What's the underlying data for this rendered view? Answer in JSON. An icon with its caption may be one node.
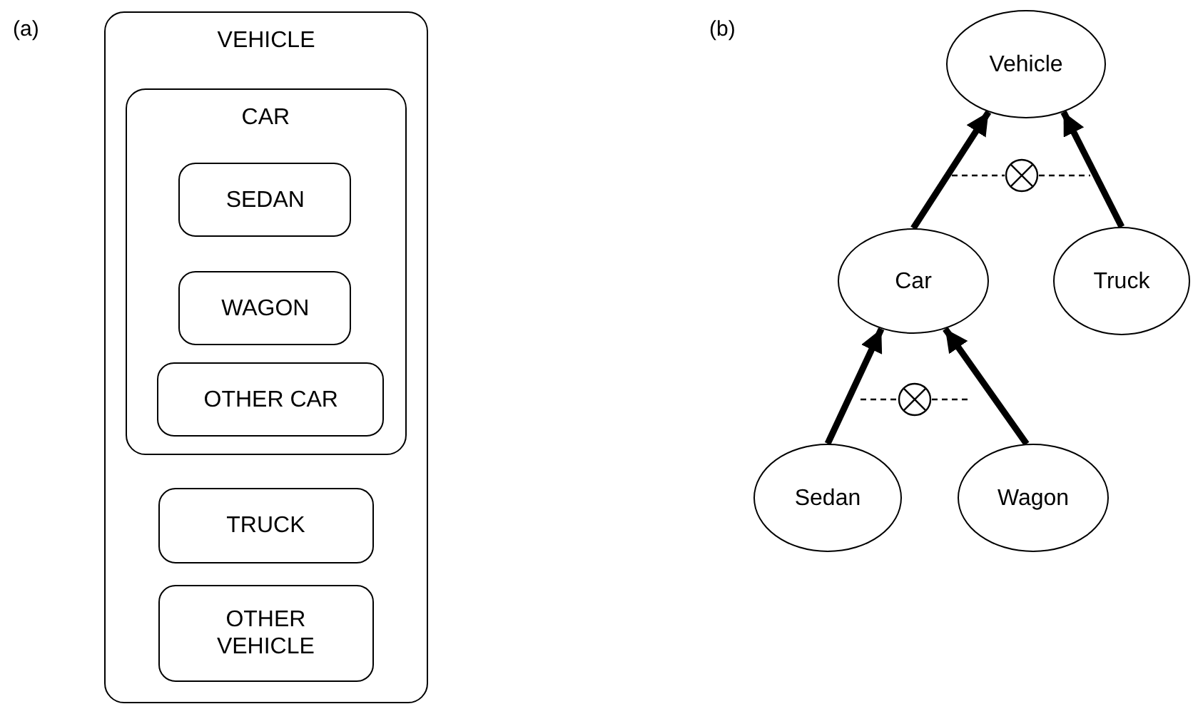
{
  "diagram": {
    "nodes": [
      {
        "text": [
          "VEHICLE"
        ]
      },
      {
        "text": [
          "CAR"
        ],
        "in": 0
      },
      {
        "text": [
          "SEDAN"
        ],
        "in": 1
      },
      {
        "text": [
          "WAGON"
        ],
        "in": 1
      },
      {
        "text": [
          "OTHER CAR"
        ],
        "in": 1
      },
      {
        "text": [
          "TRUCK"
        ],
        "in": 0
      },
      {
        "text": [
          "OTHER VEHICLE"
        ],
        "in": 0
      },
      {
        "text": [
          "Vehicle"
        ]
      },
      {
        "text": [
          "Car"
        ]
      },
      {
        "text": [
          "Truck"
        ]
      },
      {
        "text": [
          "Sedan"
        ]
      },
      {
        "text": [
          "Wagon"
        ]
      }
    ],
    "edges": [
      {
        "from": 8,
        "to": 7,
        "arrow": "to"
      },
      {
        "from": 9,
        "to": 7,
        "arrow": "to"
      },
      {
        "from": 10,
        "to": 8,
        "arrow": "to"
      },
      {
        "from": 11,
        "to": 8,
        "arrow": "to"
      }
    ],
    "labels": [
      "(a)",
      "(b)"
    ]
  }
}
